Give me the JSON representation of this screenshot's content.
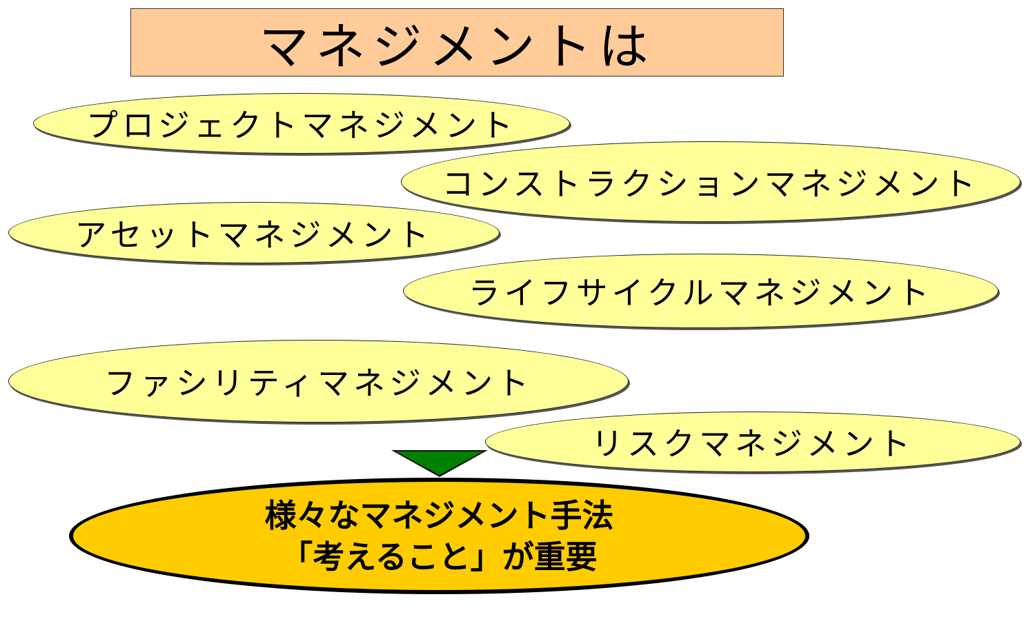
{
  "title": "マネジメントは",
  "items": [
    "プロジェクトマネジメント",
    "コンストラクションマネジメント",
    "アセットマネジメント",
    "ライフサイクルマネジメント",
    "ファシリティマネジメント",
    "リスクマネジメント"
  ],
  "arrow_icon": "down-triangle",
  "conclusion": {
    "line1": "様々なマネジメント手法",
    "line2": "「考えること」が重要"
  },
  "colors": {
    "title_bg": "#FFCC99",
    "item_bg": "#FFFF99",
    "arrow": "#008000",
    "conclusion_bg": "#FFCC00"
  }
}
